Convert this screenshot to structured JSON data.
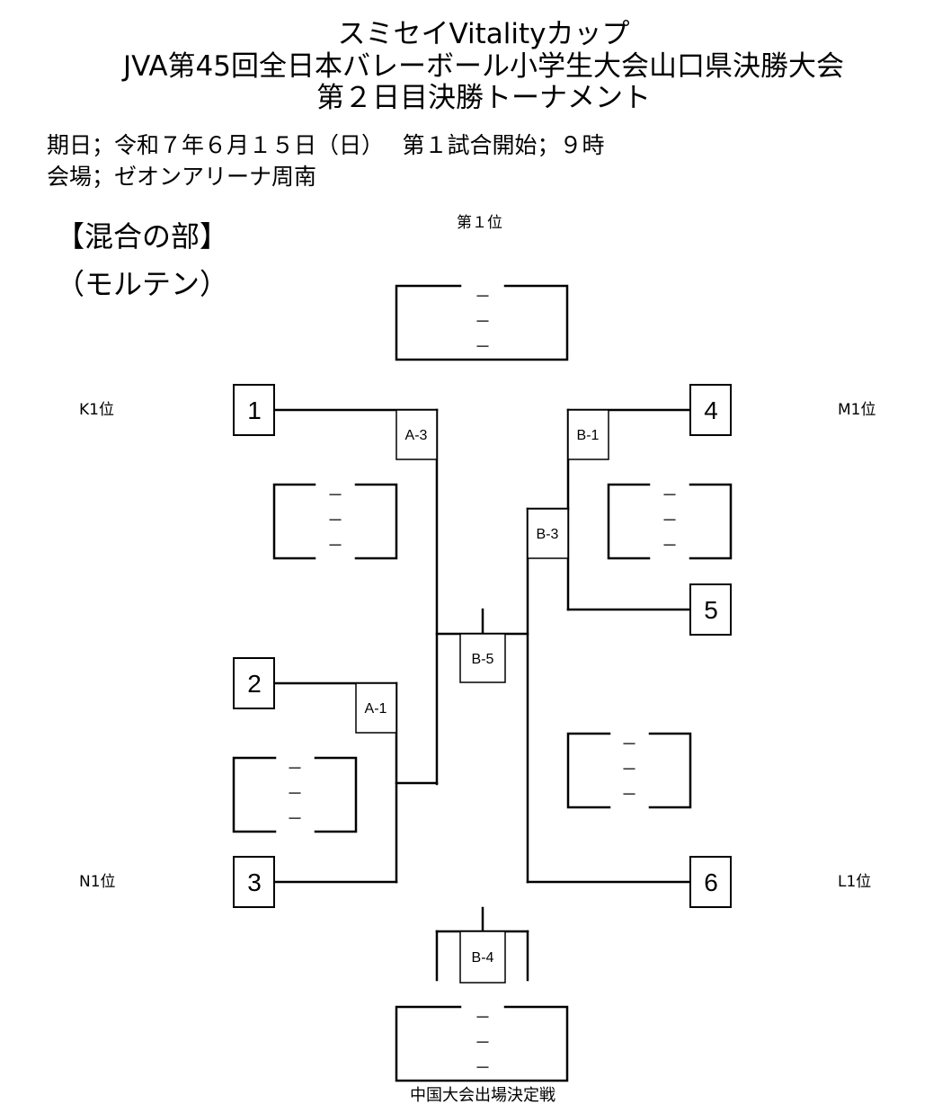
{
  "header": {
    "title_line1": "スミセイVitalityカップ",
    "title_line2": "JVA第45回全日本バレーボール小学生大会山口県決勝大会",
    "title_line3": "第２日目決勝トーナメント"
  },
  "info": {
    "date": "期日；令和７年６月１５日（日）　 第１試合開始；９時",
    "venue": "会場；ゼオンアリーナ周南"
  },
  "division": {
    "name": "【混合の部】",
    "ball": "（モルテン）"
  },
  "labels": {
    "first_place": "第１位",
    "chugoku_qualifier": "中国大会出場決定戦"
  },
  "seeds": [
    {
      "num": "1",
      "qualifier": "K1位"
    },
    {
      "num": "2",
      "qualifier": ""
    },
    {
      "num": "3",
      "qualifier": "N1位"
    },
    {
      "num": "4",
      "qualifier": "M1位"
    },
    {
      "num": "5",
      "qualifier": ""
    },
    {
      "num": "6",
      "qualifier": "L1位"
    }
  ],
  "matches": {
    "a1": "A-1",
    "a3": "A-3",
    "b1": "B-1",
    "b3": "B-3",
    "b4": "B-4",
    "b5": "B-5"
  },
  "score_dash": "－"
}
